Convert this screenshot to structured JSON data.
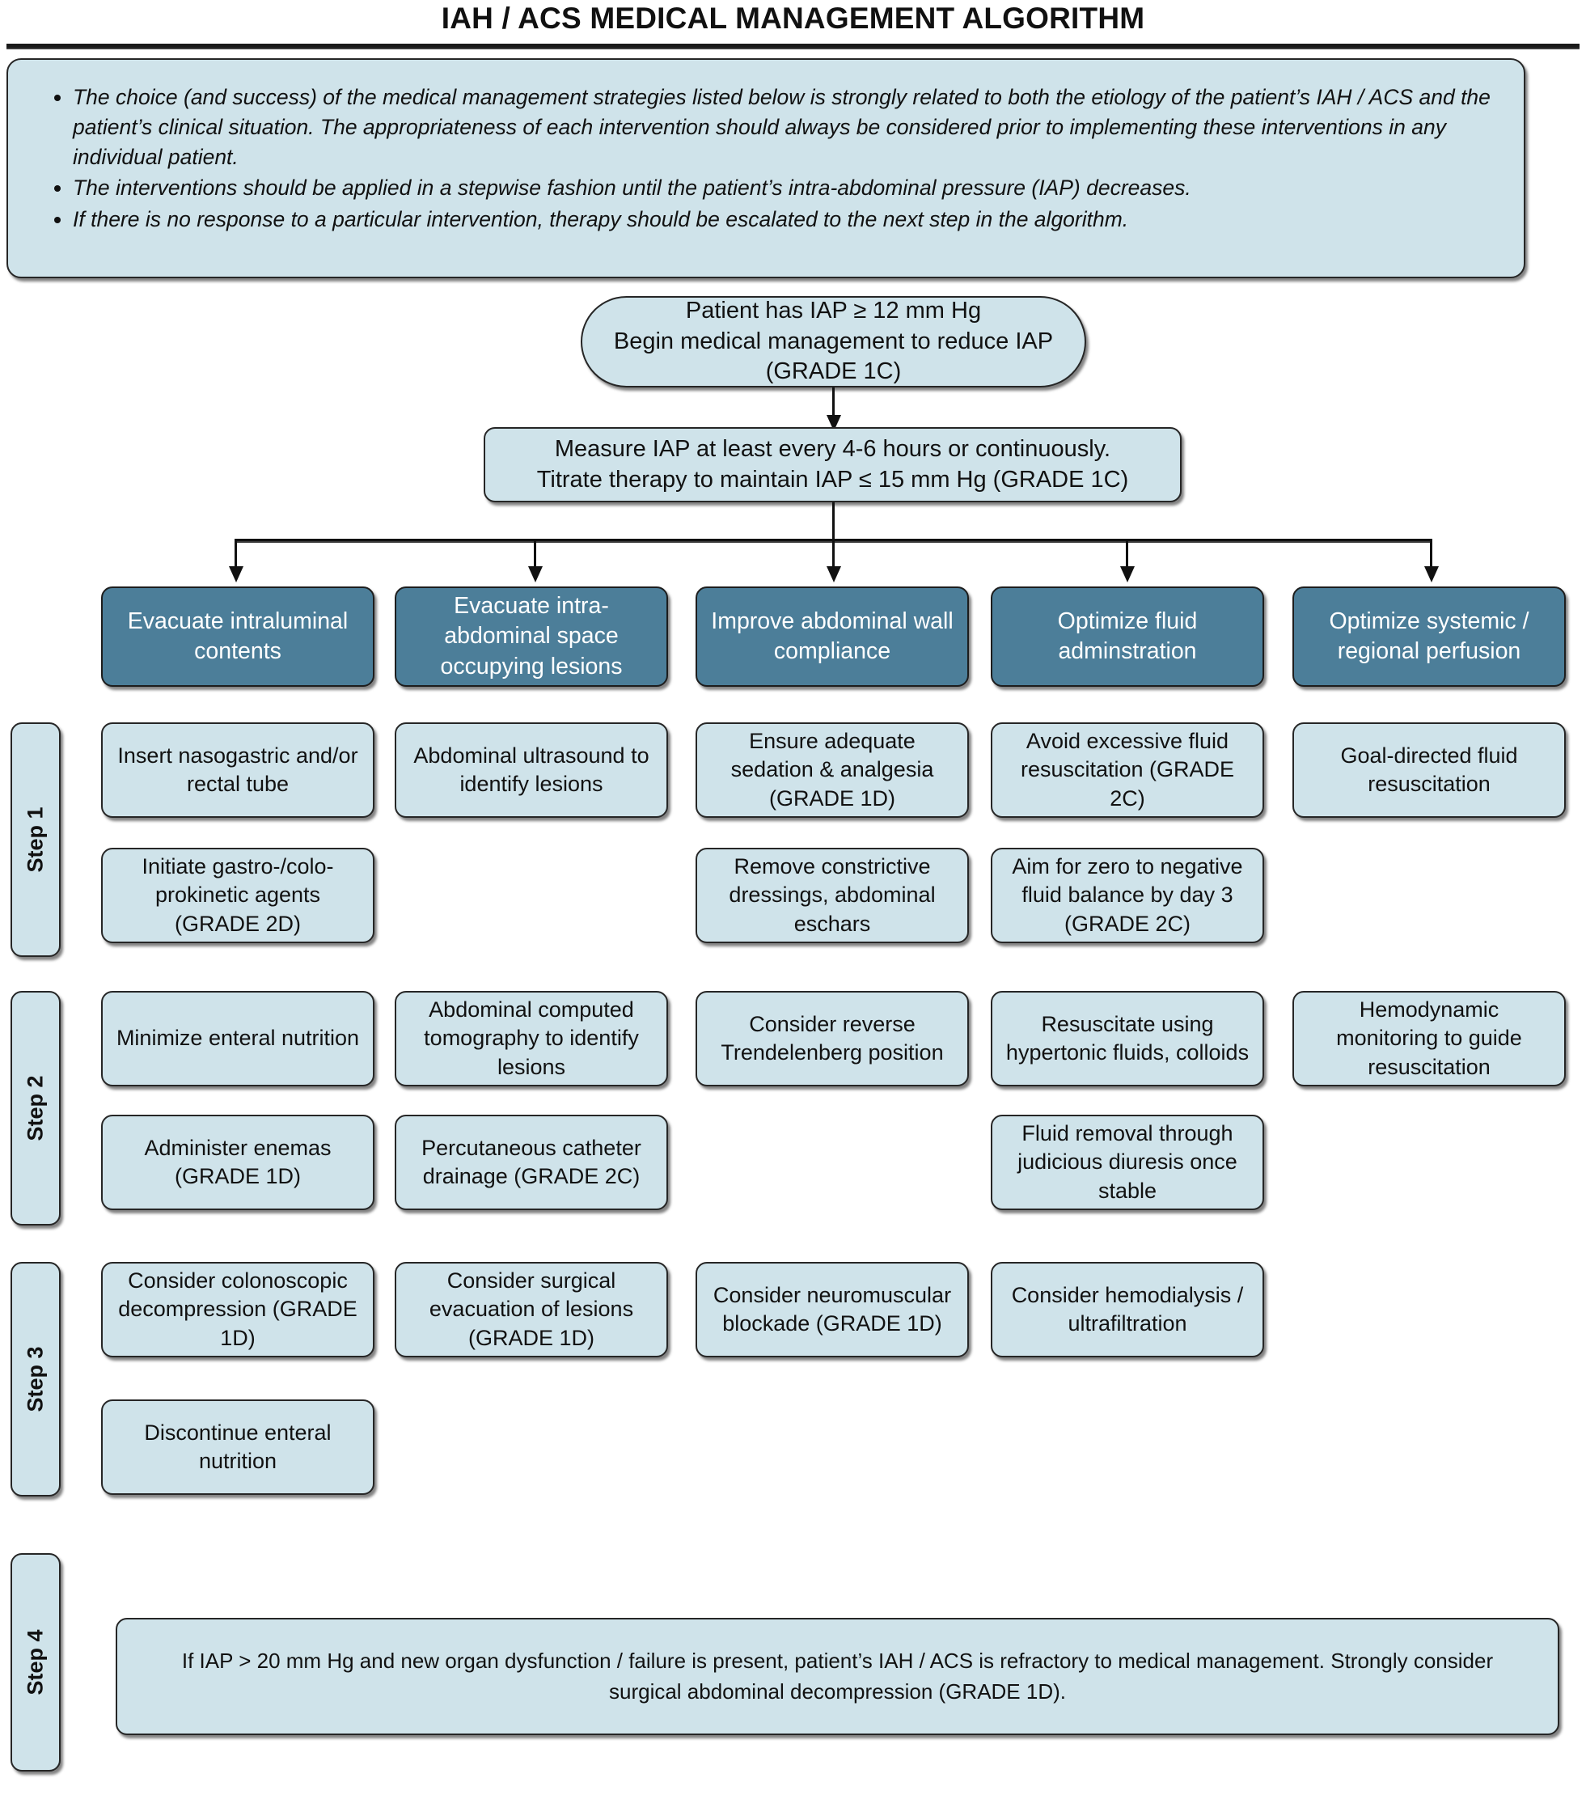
{
  "title": "IAH / ACS MEDICAL MANAGEMENT ALGORITHM",
  "colors": {
    "light_box": "#cfe3ea",
    "dark_box": "#4c7e99",
    "border": "#262626",
    "text": "#111111",
    "dark_box_text": "#ffffff"
  },
  "notes": [
    "The choice (and success)  of the medical management strategies listed below is strongly related to both the etiology of the patient’s IAH / ACS and the patient’s clinical situation. The appropriateness of each intervention should always be considered prior to implementing these interventions in any individual patient.",
    "The interventions should be applied in a stepwise fashion until the patient’s intra-abdominal pressure (IAP) decreases.",
    "If there is no response to a particular intervention, therapy should be escalated to the next step in the algorithm."
  ],
  "flow": {
    "start_box": "Patient has IAP ≥ 12 mm Hg\nBegin medical management to reduce IAP\n(GRADE 1C)",
    "measure_box": "Measure IAP at least every 4-6 hours or continuously.\nTitrate therapy to maintain IAP ≤ 15 mm Hg (GRADE 1C)"
  },
  "columns": [
    {
      "header": "Evacuate intraluminal contents"
    },
    {
      "header": "Evacuate intra-abdominal space occupying lesions"
    },
    {
      "header": "Improve abdominal wall compliance"
    },
    {
      "header": "Optimize fluid adminstration"
    },
    {
      "header": "Optimize systemic / regional perfusion"
    }
  ],
  "steps": [
    {
      "label": "Step 1",
      "rows": [
        [
          "Insert nasogastric and/or rectal tube",
          "Abdominal ultrasound to identify lesions",
          "Ensure adequate sedation & analgesia (GRADE 1D)",
          "Avoid excessive fluid resuscitation (GRADE 2C)",
          "Goal-directed fluid resuscitation"
        ],
        [
          "Initiate gastro-/colo-prokinetic agents (GRADE 2D)",
          "",
          "Remove constrictive dressings, abdominal eschars",
          "Aim for zero to negative fluid balance by day 3 (GRADE 2C)",
          ""
        ]
      ]
    },
    {
      "label": "Step 2",
      "rows": [
        [
          "Minimize enteral nutrition",
          "Abdominal computed tomography to identify lesions",
          "Consider reverse Trendelenberg position",
          "Resuscitate using hypertonic fluids, colloids",
          "Hemodynamic monitoring to guide resuscitation"
        ],
        [
          "Administer enemas (GRADE 1D)",
          "Percutaneous catheter drainage (GRADE 2C)",
          "",
          "Fluid removal through judicious diuresis once stable",
          ""
        ]
      ]
    },
    {
      "label": "Step 3",
      "rows": [
        [
          "Consider colonoscopic decompression (GRADE 1D)",
          "Consider surgical evacuation of lesions (GRADE 1D)",
          "Consider neuromuscular blockade (GRADE 1D)",
          "Consider hemodialysis / ultrafiltration",
          ""
        ],
        [
          "Discontinue enteral nutrition",
          "",
          "",
          "",
          ""
        ]
      ]
    },
    {
      "label": "Step 4",
      "final_box": "If IAP > 20 mm Hg and new organ dysfunction / failure is present, patient’s IAH / ACS is refractory to medical management. Strongly consider surgical abdominal decompression (GRADE 1D)."
    }
  ]
}
